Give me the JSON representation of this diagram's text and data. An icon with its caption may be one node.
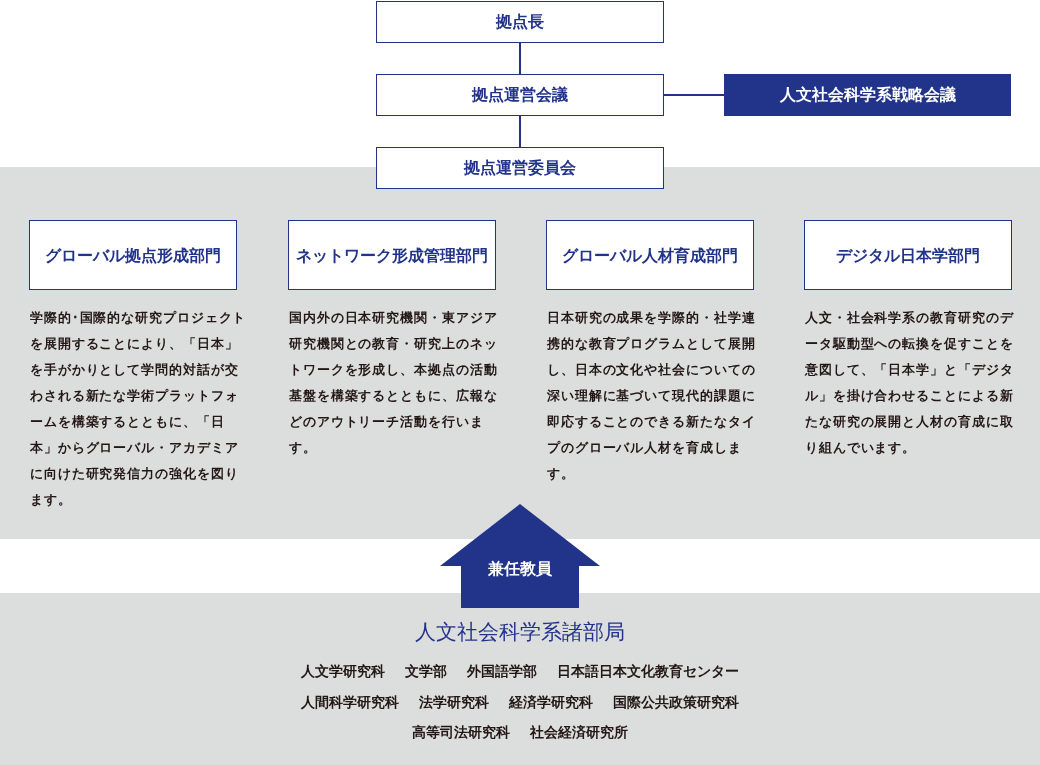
{
  "diagram": {
    "nodes": [
      {
        "text": [
          "拠点長"
        ]
      },
      {
        "text": [
          "拠点運営会議"
        ]
      },
      {
        "text": [
          "人文社会科学系戦略会議"
        ]
      },
      {
        "text": [
          "拠点運営委員会"
        ]
      },
      {
        "text": [],
        "shape": "box"
      },
      {
        "text": [
          "グローバル拠点形成部門"
        ],
        "in": 4,
        "beside": [
          "学際的･国際的な研究プロジェクトを展開することにより、「日本」を手がかりとして学問的対話が交わされる新たな学術プラットフォームを構築するとともに、「日本」からグローバル・アカデミアに向けた研究発信力の強化を図ります。"
        ]
      },
      {
        "text": [
          "ネットワーク形成管理部門"
        ],
        "in": 4,
        "beside": [
          "国内外の日本研究機関・東アジア研究機関との教育・研究上のネットワークを形成し、本拠点の活動基盤を構築するとともに、広報などのアウトリーチ活動を行います。"
        ]
      },
      {
        "text": [
          "グローバル人材育成部門"
        ],
        "in": 4,
        "beside": [
          "日本研究の成果を学際的・社学連携的な教育プログラムとして展開し、日本の文化や社会についての深い理解に基づいて現代的課題に即応することのできる新たなタイプのグローバル人材を育成します。"
        ]
      },
      {
        "text": [
          "デジタル日本学部門"
        ],
        "in": 4,
        "beside": [
          "人文・社会科学系の教育研究のデータ駆動型への転換を促すことを意図して、「日本学」と「デジタル」を掛け合わせることによる新たな研究の展開と人材の育成に取り組んでいます。"
        ]
      },
      {
        "text": [
          "人文社会科学系諸部局",
          "人文学研究科",
          "文学部",
          "外国語学部",
          "日本語日本文化教育センター",
          "人間科学研究科",
          "法学研究科",
          "経済学研究科",
          "国際公共政策研究科",
          "高等司法研究科",
          "社会経済研究所"
        ]
      }
    ],
    "edges": [
      {
        "from": 0,
        "to": 1,
        "arrow": "none"
      },
      {
        "from": 1,
        "to": 2,
        "arrow": "none"
      },
      {
        "from": 1,
        "to": 3,
        "arrow": "none"
      },
      {
        "from": 9,
        "to": 4,
        "arrow": "to",
        "label": "兼任教員",
        "style": "thick"
      }
    ]
  }
}
